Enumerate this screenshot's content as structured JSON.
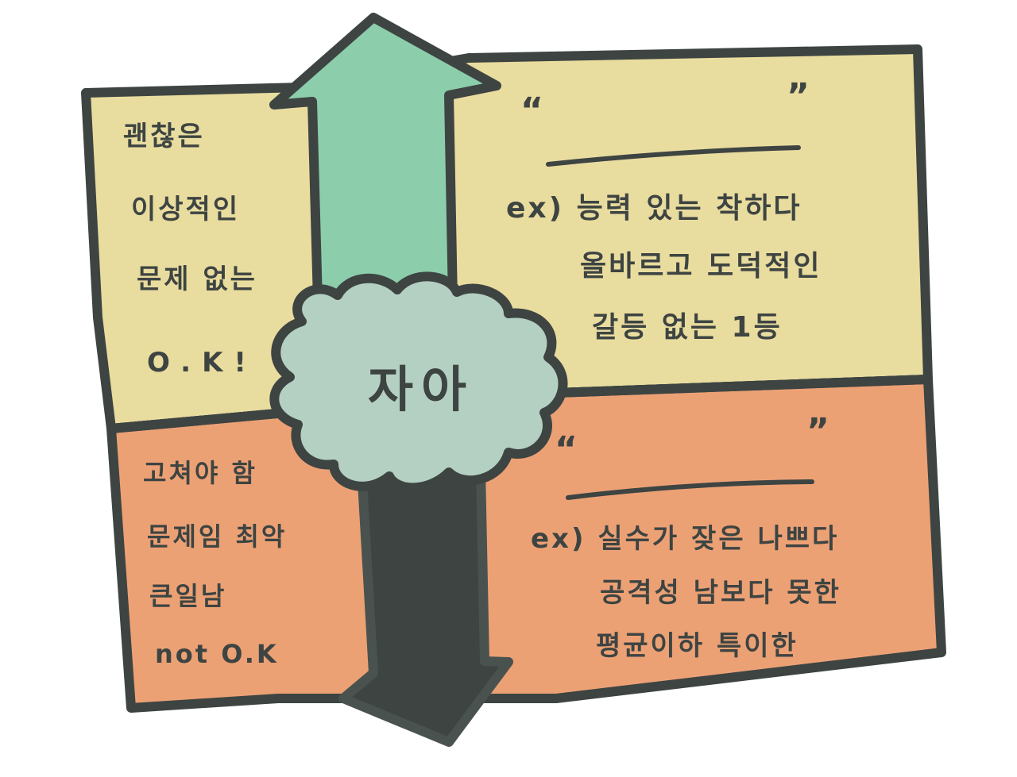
{
  "diagram": {
    "center_label": "자아",
    "colors": {
      "outline": "#3d4442",
      "top_panel": "#e9dc9f",
      "bottom_panel": "#eca175",
      "up_arrow": "#8ccdab",
      "down_arrow": "#3d4442",
      "cloud": "#b4d0c2",
      "background": "#ffffff"
    },
    "top_left": {
      "lines": [
        "괜찮은",
        "이상적인",
        "문제 없는",
        "O.K!"
      ]
    },
    "top_right": {
      "quote_open": "“",
      "quote_close": "”",
      "examples": [
        "ex) 능력 있는   착하다",
        "올바르고  도덕적인",
        "갈등 없는  1등"
      ]
    },
    "bottom_left": {
      "lines": [
        "고쳐야 함",
        "문제임  최악",
        "큰일남",
        "not  O.K"
      ]
    },
    "bottom_right": {
      "quote_open": "“",
      "quote_close": "”",
      "examples": [
        "ex) 실수가 잦은   나쁘다",
        "공격성   남보다 못한",
        "평균이하  특이한"
      ]
    },
    "arrows": {
      "up": "up-arrow-icon",
      "down": "down-arrow-icon"
    }
  }
}
